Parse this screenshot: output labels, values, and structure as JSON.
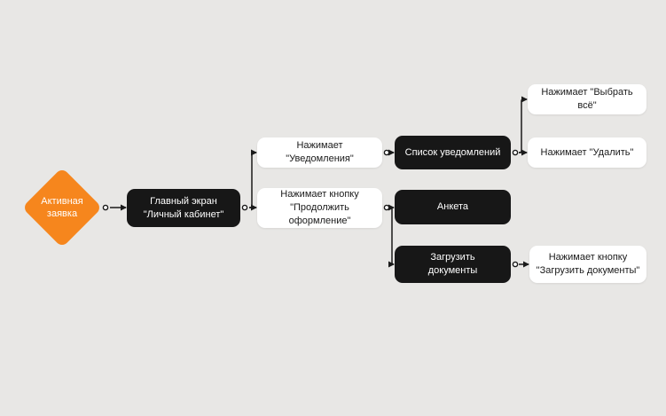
{
  "diagram": {
    "start": {
      "label": "Активная\nзаявка",
      "color": "#F6861D"
    },
    "nodes": {
      "main_screen": {
        "label": "Главный экран\n\"Личный кабинет\"",
        "kind": "screen"
      },
      "tap_notifications": {
        "label": "Нажимает \"Уведомления\"",
        "kind": "action"
      },
      "tap_continue": {
        "label": "Нажимает кнопку\n\"Продолжить оформление\"",
        "kind": "action"
      },
      "notifications_list": {
        "label": "Список уведомлений",
        "kind": "screen"
      },
      "questionnaire": {
        "label": "Анкета",
        "kind": "screen"
      },
      "upload_documents": {
        "label": "Загрузить\nдокументы",
        "kind": "screen"
      },
      "tap_select_all": {
        "label": "Нажимает \"Выбрать всё\"",
        "kind": "action"
      },
      "tap_delete": {
        "label": "Нажимает \"Удалить\"",
        "kind": "action"
      },
      "tap_upload_documents": {
        "label": "Нажимает кнопку\n\"Загрузить документы\"",
        "kind": "action"
      }
    },
    "edges": [
      {
        "from": "start",
        "to": "main_screen"
      },
      {
        "from": "main_screen",
        "to": "tap_notifications"
      },
      {
        "from": "main_screen",
        "to": "tap_continue"
      },
      {
        "from": "tap_notifications",
        "to": "notifications_list"
      },
      {
        "from": "notifications_list",
        "to": "tap_select_all"
      },
      {
        "from": "notifications_list",
        "to": "tap_delete"
      },
      {
        "from": "tap_continue",
        "to": "questionnaire"
      },
      {
        "from": "tap_continue",
        "to": "upload_documents"
      },
      {
        "from": "upload_documents",
        "to": "tap_upload_documents"
      }
    ],
    "colors": {
      "background": "#E8E7E5",
      "screen_node": "#171717",
      "action_node": "#FFFFFF",
      "start_node": "#F6861D",
      "connector": "#1A1A1A"
    }
  }
}
